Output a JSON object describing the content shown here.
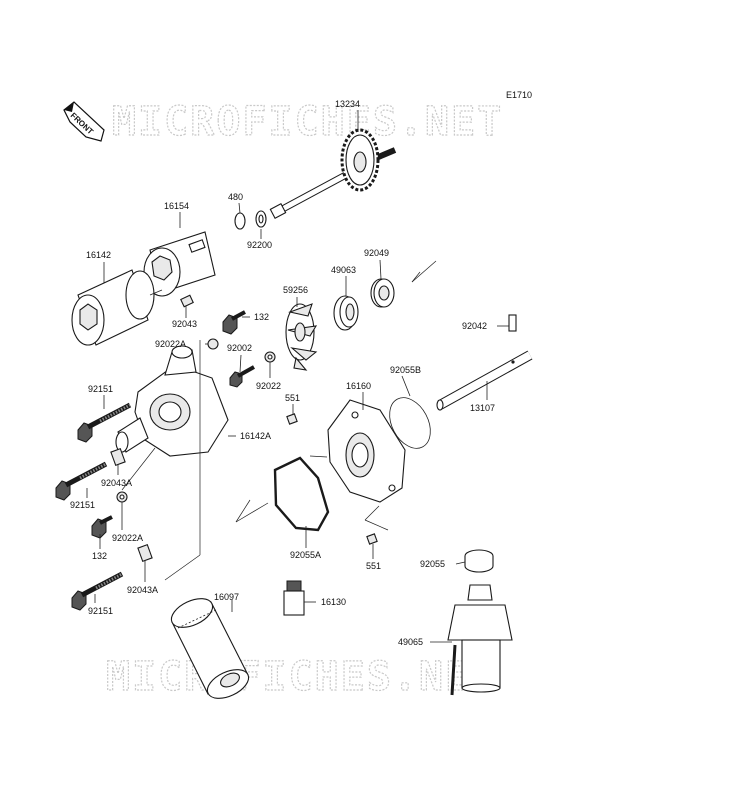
{
  "diagram_code": "E1710",
  "front_label": "FRONT",
  "watermark_text": "MICROFICHES.NET",
  "parts": [
    {
      "id": "p13234",
      "number": "13234"
    },
    {
      "id": "p480",
      "number": "480"
    },
    {
      "id": "p92200",
      "number": "92200"
    },
    {
      "id": "p16154",
      "number": "16154"
    },
    {
      "id": "p16142",
      "number": "16142"
    },
    {
      "id": "p92043",
      "number": "92043"
    },
    {
      "id": "p132a",
      "number": "132"
    },
    {
      "id": "p59256",
      "number": "59256"
    },
    {
      "id": "p49063",
      "number": "49063"
    },
    {
      "id": "p92049",
      "number": "92049"
    },
    {
      "id": "p92042",
      "number": "92042"
    },
    {
      "id": "p92022A",
      "number": "92022A"
    },
    {
      "id": "p92002",
      "number": "92002"
    },
    {
      "id": "p92022",
      "number": "92022"
    },
    {
      "id": "p92151a",
      "number": "92151"
    },
    {
      "id": "p551a",
      "number": "551"
    },
    {
      "id": "p16160",
      "number": "16160"
    },
    {
      "id": "p92055B",
      "number": "92055B"
    },
    {
      "id": "p13107",
      "number": "13107"
    },
    {
      "id": "p16142A",
      "number": "16142A"
    },
    {
      "id": "p92043A",
      "number": "92043A"
    },
    {
      "id": "p92151b",
      "number": "92151"
    },
    {
      "id": "p92022Ab",
      "number": "92022A"
    },
    {
      "id": "p132b",
      "number": "132"
    },
    {
      "id": "p92055A",
      "number": "92055A"
    },
    {
      "id": "p551b",
      "number": "551"
    },
    {
      "id": "p92055",
      "number": "92055"
    },
    {
      "id": "p92043Ab",
      "number": "92043A"
    },
    {
      "id": "p16097",
      "number": "16097"
    },
    {
      "id": "p16130",
      "number": "16130"
    },
    {
      "id": "p92151c",
      "number": "92151"
    },
    {
      "id": "p49065",
      "number": "49065"
    }
  ]
}
